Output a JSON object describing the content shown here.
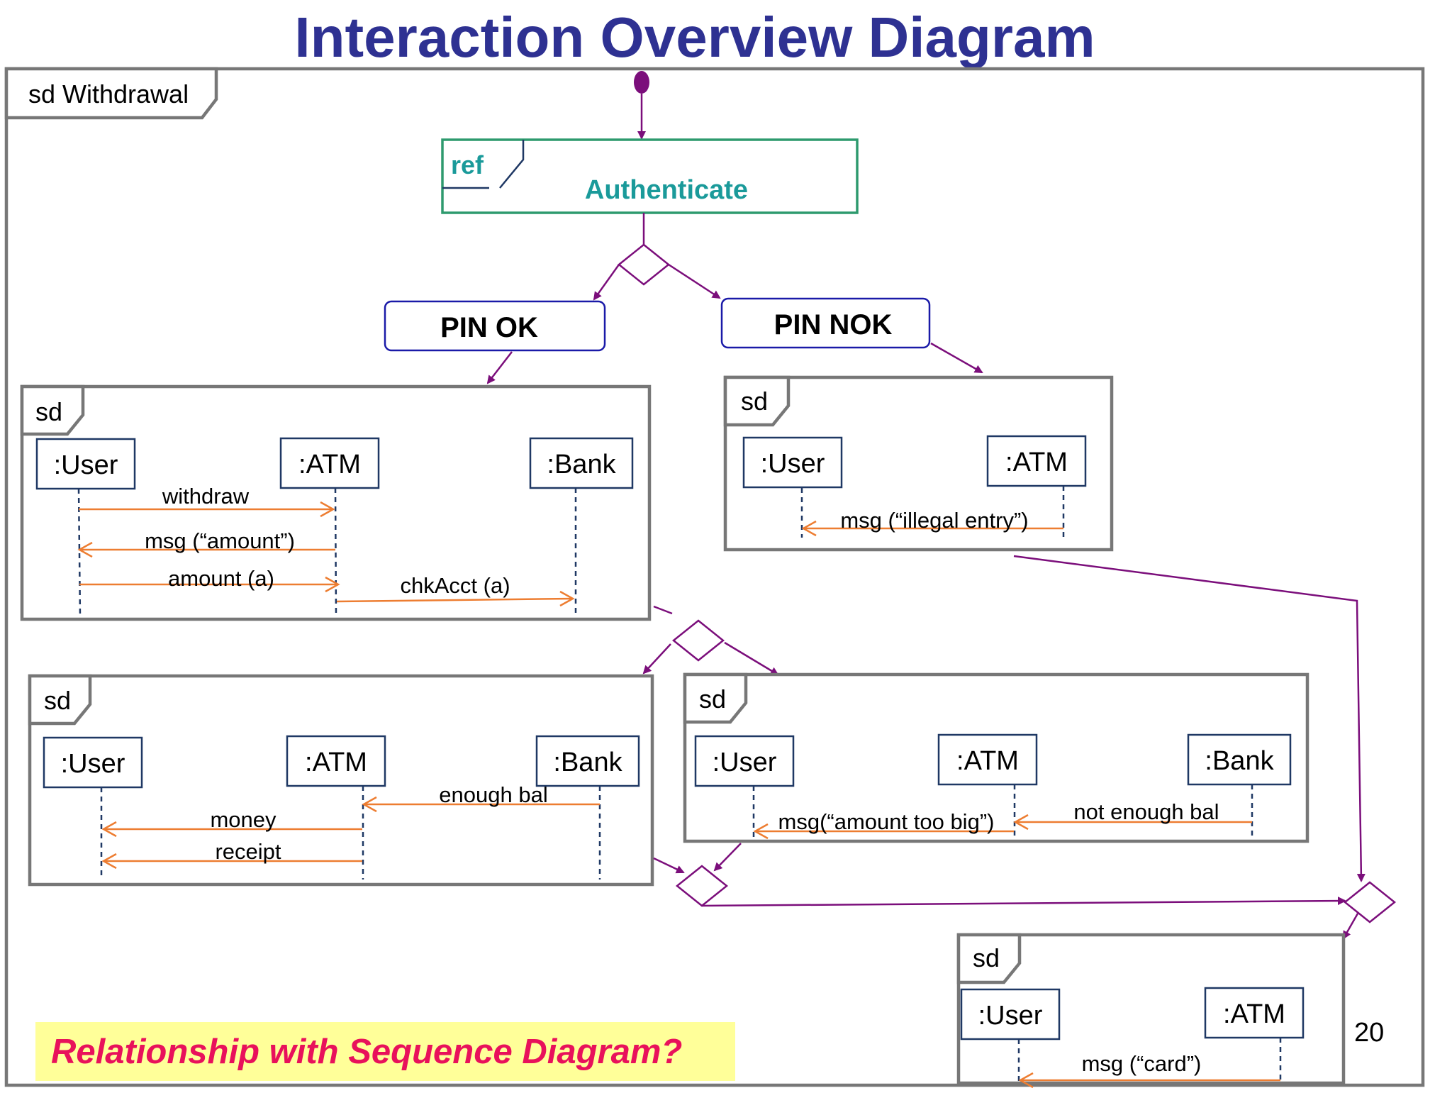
{
  "title": "Interaction Overview Diagram",
  "outer_frame_label": "sd Withdrawal",
  "ref_keyword": "ref",
  "ref_name": "Authenticate",
  "guards": {
    "pin_ok": "PIN OK",
    "pin_nok": "PIN NOK"
  },
  "sd_label": "sd",
  "fragments": {
    "ok_flow": {
      "lifelines": [
        ":User",
        ":ATM",
        ":Bank"
      ],
      "messages": [
        "withdraw",
        "msg (“amount”)",
        "amount (a)",
        "chkAcct (a)"
      ]
    },
    "nok_flow": {
      "lifelines": [
        ":User",
        ":ATM"
      ],
      "messages": [
        "msg (“illegal entry”)"
      ]
    },
    "enough_flow": {
      "lifelines": [
        ":User",
        ":ATM",
        ":Bank"
      ],
      "messages": [
        "enough bal",
        "money",
        "receipt"
      ]
    },
    "not_enough_flow": {
      "lifelines": [
        ":User",
        ":ATM",
        ":Bank"
      ],
      "messages": [
        "not enough bal",
        "msg(“amount too big”)"
      ]
    },
    "card_flow": {
      "lifelines": [
        ":User",
        ":ATM"
      ],
      "messages": [
        "msg (“card”)"
      ]
    }
  },
  "question": "Relationship with Sequence Diagram?",
  "page_number": "20",
  "colors": {
    "title": "#2e3192",
    "frame": "#777777",
    "ref_box": "#2e9a6e",
    "ref_text": "#1a9a9a",
    "message_arrow": "#ed7d31",
    "control_flow": "#7b0e7b",
    "guard_border": "#1a1aa8",
    "question_text": "#e8115b",
    "question_bg": "#ffff99"
  }
}
